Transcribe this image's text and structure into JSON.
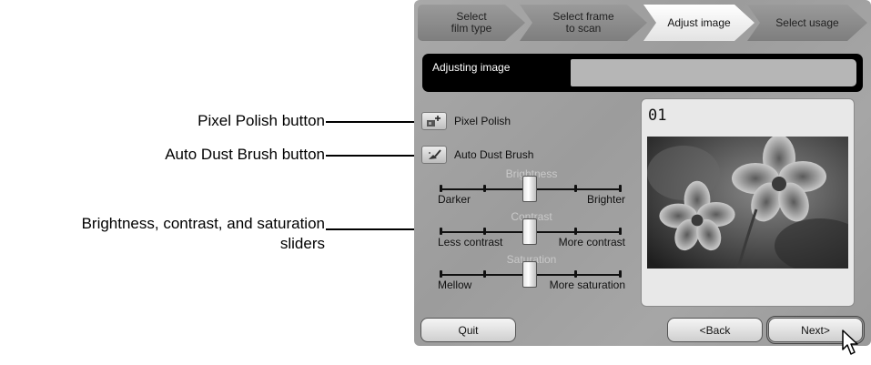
{
  "callouts": {
    "pixel_polish": "Pixel Polish button",
    "auto_dust": "Auto Dust Brush button",
    "sliders_line1": "Brightness, contrast, and saturation",
    "sliders_line2": "sliders"
  },
  "steps": [
    {
      "label": "Select\nfilm type"
    },
    {
      "label": "Select frame\nto scan"
    },
    {
      "label": "Adjust image"
    },
    {
      "label": "Select usage"
    }
  ],
  "status": {
    "label": "Adjusting image"
  },
  "tools": {
    "pixel_polish": "Pixel Polish",
    "auto_dust": "Auto Dust Brush"
  },
  "sliders": [
    {
      "title": "Brightness",
      "left": "Darker",
      "right": "Brighter"
    },
    {
      "title": "Contrast",
      "left": "Less contrast",
      "right": "More contrast"
    },
    {
      "title": "Saturation",
      "left": "Mellow",
      "right": "More saturation"
    }
  ],
  "preview": {
    "frame": "01"
  },
  "buttons": {
    "quit": "Quit",
    "back": "<Back",
    "next": "Next>"
  }
}
